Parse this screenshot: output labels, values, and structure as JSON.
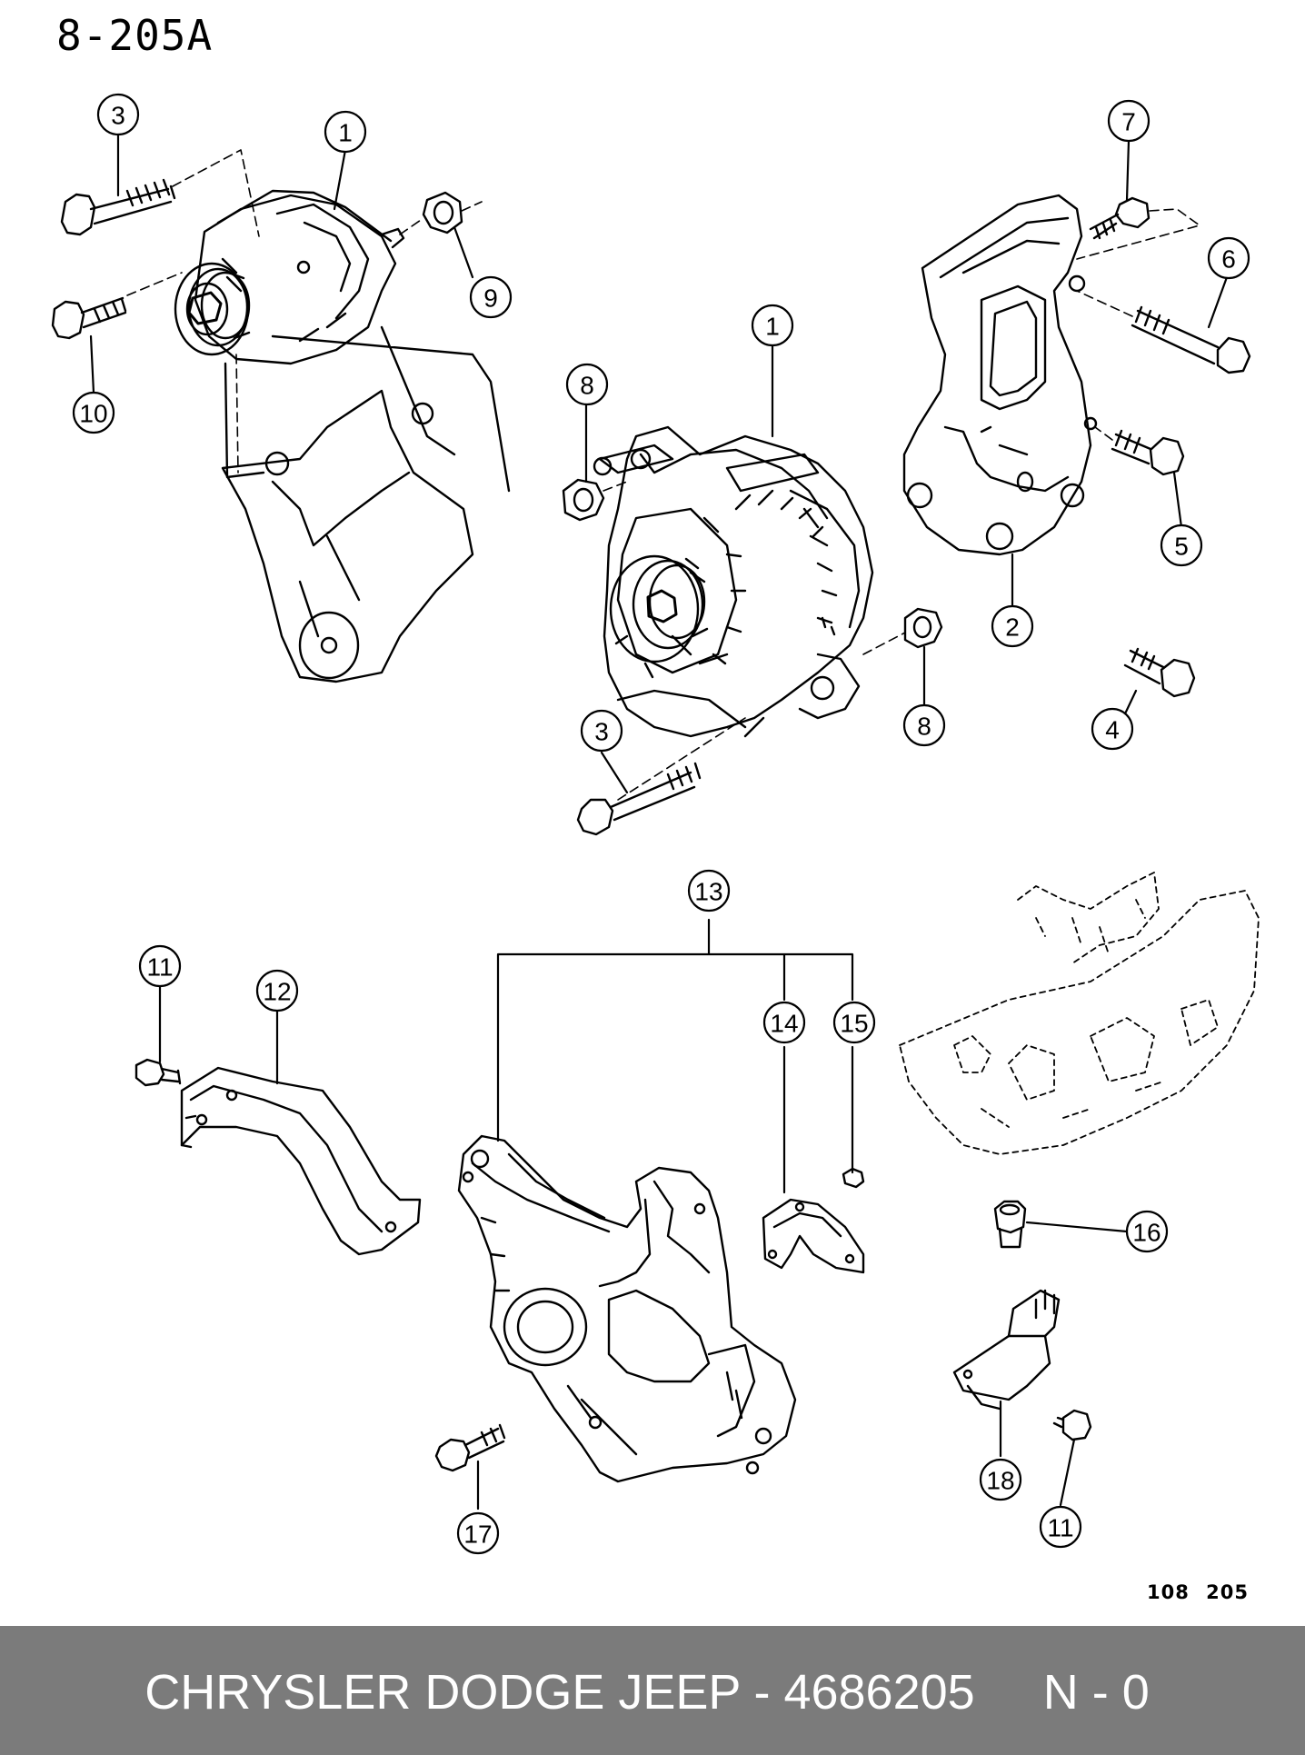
{
  "page_code": "8-205A",
  "reference_code": "108 205",
  "footer": {
    "brand": "CHRYSLER DODGE JEEP",
    "separator": " - ",
    "part_number": "4686205",
    "status": "N - 0"
  },
  "callouts": [
    "3",
    "1",
    "9",
    "10",
    "7",
    "6",
    "1",
    "8",
    "5",
    "2",
    "4",
    "8",
    "3",
    "13",
    "11",
    "12",
    "14",
    "15",
    "16",
    "18",
    "11",
    "17"
  ],
  "colors": {
    "line": "#000000",
    "footer_bg": "#7b7b7b",
    "footer_text": "#ffffff"
  }
}
